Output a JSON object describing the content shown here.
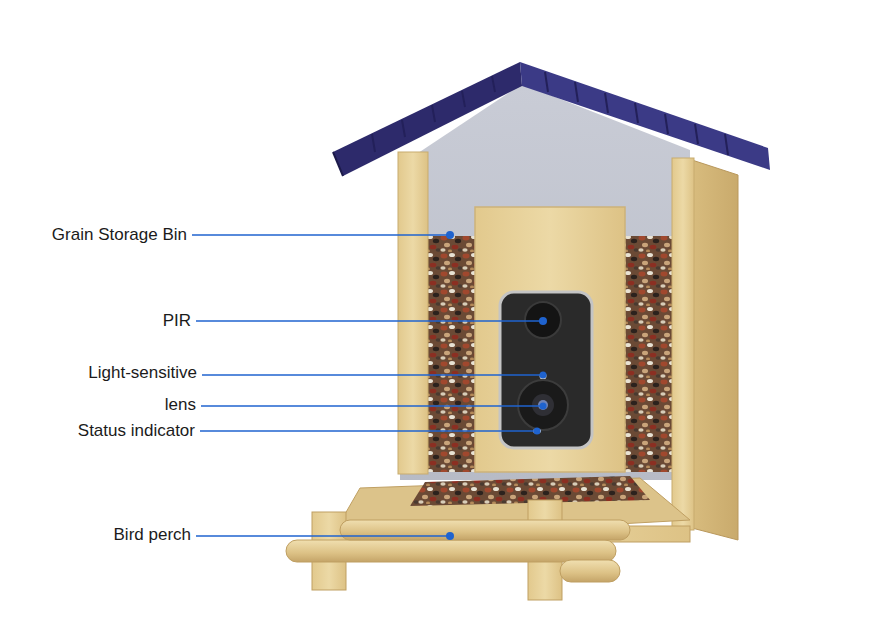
{
  "diagram": {
    "labels": [
      "Grain Storage Bin",
      "PIR",
      "Light-sensitive",
      "lens",
      "Status indicator",
      "Bird perch"
    ]
  }
}
